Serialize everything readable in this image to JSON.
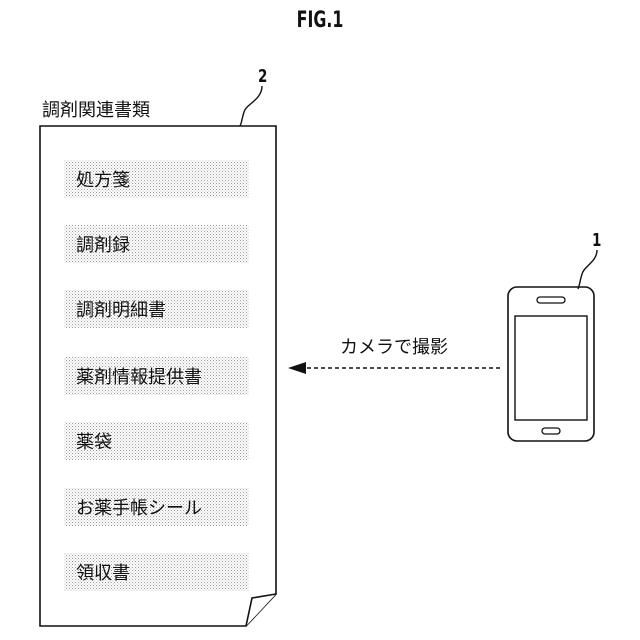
{
  "figure": {
    "title": "FIG.1"
  },
  "document": {
    "label": "調剤関連書類",
    "ref": "2",
    "items": [
      "処方箋",
      "調剤録",
      "調剤明細書",
      "薬剤情報提供書",
      "薬袋",
      "お薬手帳シール",
      "領収書"
    ]
  },
  "smartphone": {
    "ref": "1"
  },
  "arrow": {
    "label": "カメラで撮影"
  }
}
